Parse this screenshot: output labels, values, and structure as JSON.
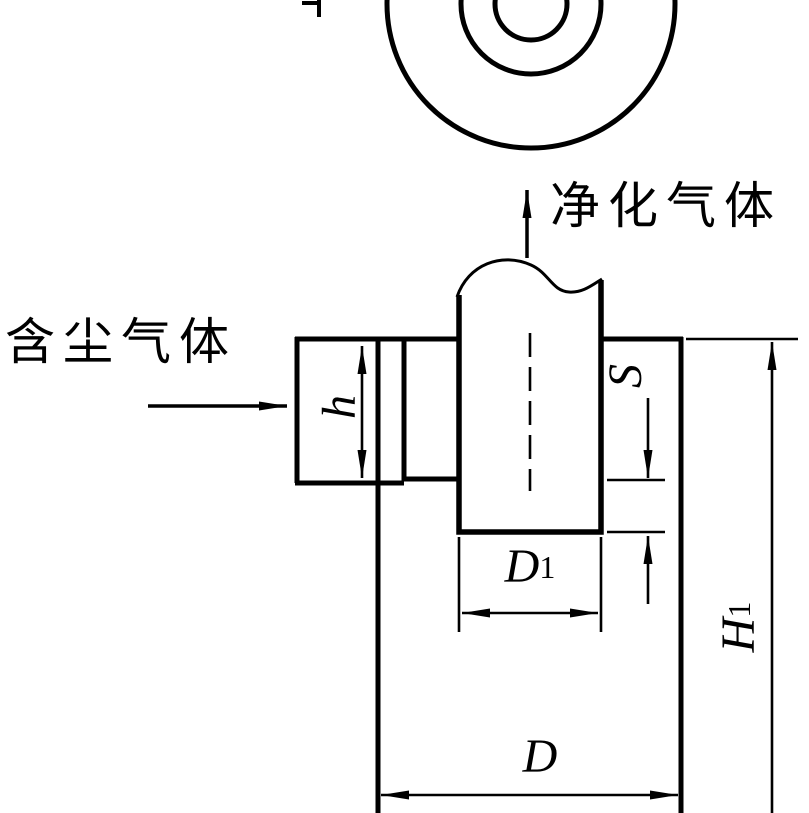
{
  "canvas": {
    "background_color": "#ffffff",
    "line_color": "#000000",
    "description_type": "cyclone-separator-technical-drawing"
  },
  "labels": {
    "clean_gas": "净化气体",
    "dusty_gas": "含尘气体"
  },
  "dimensions": {
    "inlet_height": "h",
    "outlet_insertion": "S",
    "outlet_diameter": {
      "base": "D",
      "sub": "1"
    },
    "body_height": {
      "base": "H",
      "sub": "1"
    },
    "body_diameter": "D"
  }
}
